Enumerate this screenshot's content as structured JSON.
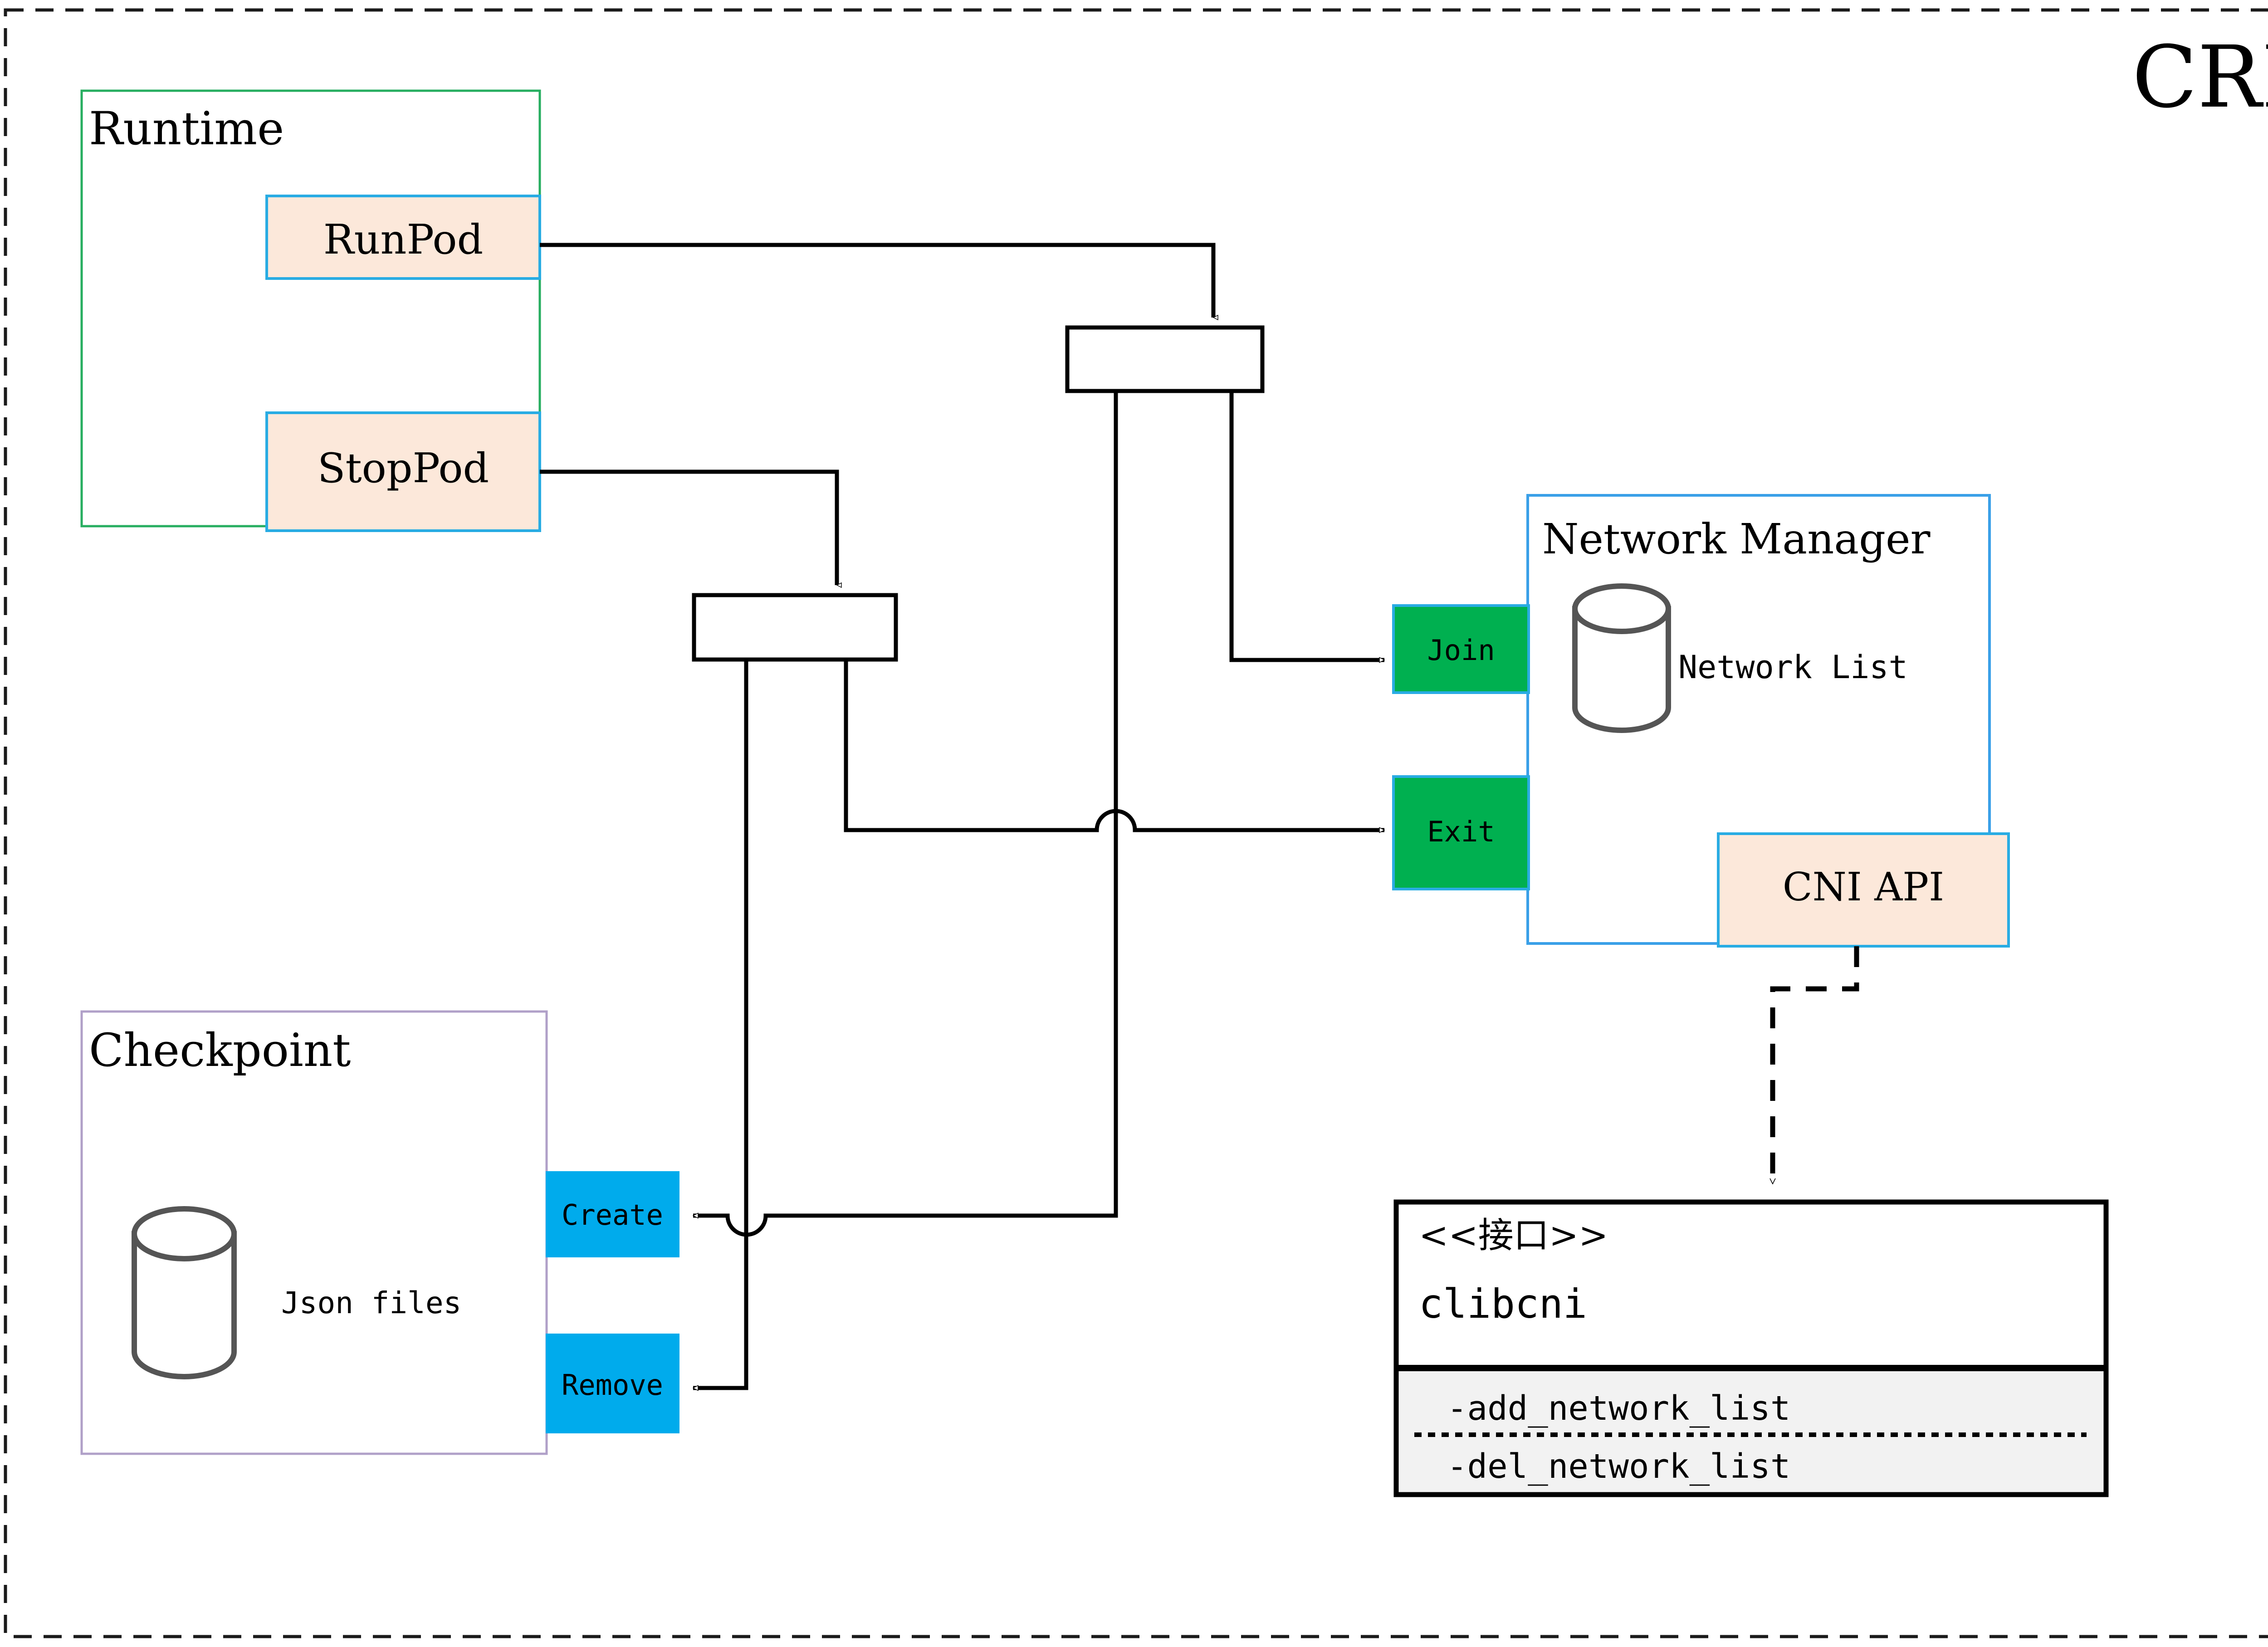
{
  "diagram": {
    "title": "CRI",
    "title_color": "#8a6d08",
    "frame": {
      "style": "dashed",
      "color": "#1a1a1a"
    },
    "groups": [
      {
        "id": "runtime",
        "label": "Runtime",
        "border_color": "#27ae60"
      },
      {
        "id": "checkpoint",
        "label": "Checkpoint",
        "border_color": "#b0a0c8"
      },
      {
        "id": "network-manager",
        "label": "Network Manager",
        "border_color": "#3aa0e8"
      }
    ],
    "runtime": {
      "label": "Runtime",
      "operations": [
        {
          "id": "runpod",
          "label": "RunPod",
          "fill": "#fce8da",
          "border": "#29ace3"
        },
        {
          "id": "stoppod",
          "label": "StopPod",
          "fill": "#fce8da",
          "border": "#29ace3"
        }
      ]
    },
    "checkpoint": {
      "label": "Checkpoint",
      "store_label": "Json files",
      "operations": [
        {
          "id": "create",
          "label": "Create",
          "fill": "#00abec"
        },
        {
          "id": "remove",
          "label": "Remove",
          "fill": "#00abec"
        }
      ]
    },
    "network_manager": {
      "label": "Network Manager",
      "store_label": "Network List",
      "operations": [
        {
          "id": "join",
          "label": "Join",
          "fill": "#00b050",
          "border": "#29ace3"
        },
        {
          "id": "exit",
          "label": "Exit",
          "fill": "#00b050",
          "border": "#29ace3"
        }
      ],
      "api": {
        "id": "cni-api",
        "label": "CNI API",
        "fill": "#fce8da",
        "border": "#29ace3"
      }
    },
    "interface": {
      "stereotype": "<<接口>>",
      "name": "clibcni",
      "methods": [
        "-add_network_list",
        "-del_network_list"
      ],
      "methods_fill": "#f2f2f2",
      "border": "#000000"
    },
    "junctions": [
      {
        "id": "junction-top",
        "label": ""
      },
      {
        "id": "junction-bottom",
        "label": ""
      }
    ]
  }
}
